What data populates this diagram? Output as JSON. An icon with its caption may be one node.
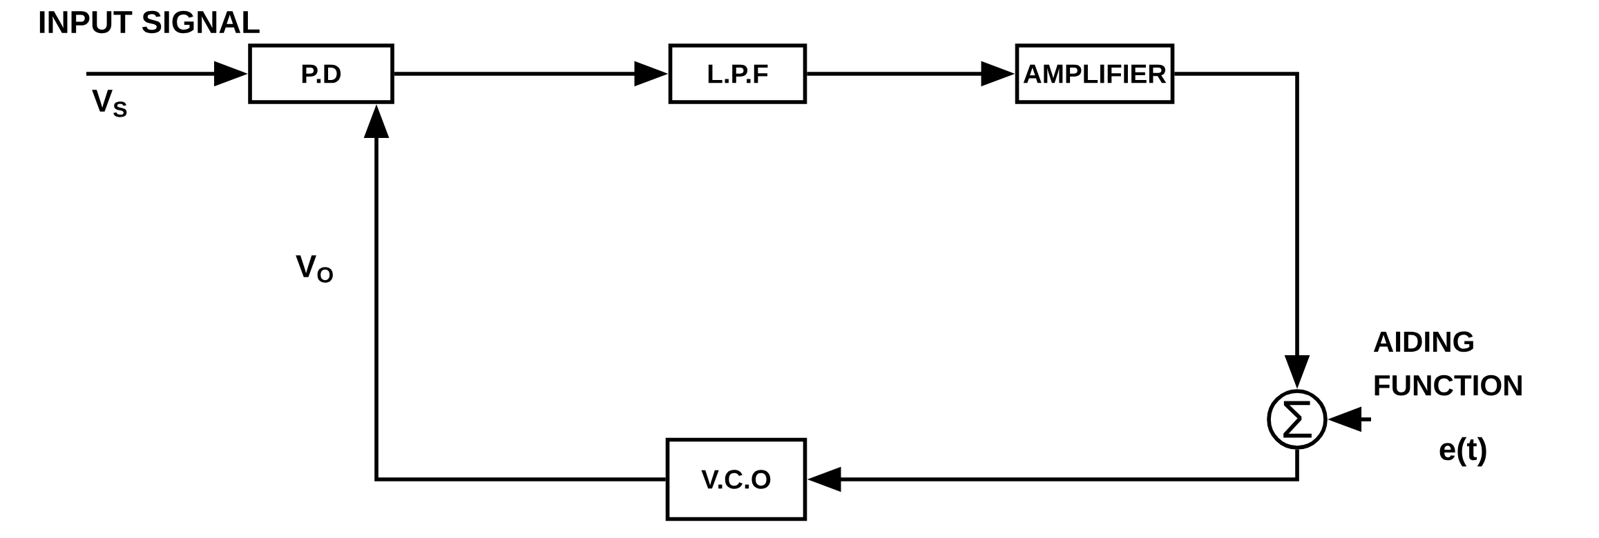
{
  "diagram": {
    "nodes": [
      {
        "text": [
          "P.D"
        ]
      },
      {
        "text": [
          "L.P.F"
        ]
      },
      {
        "text": [
          "AMPLIFIER"
        ]
      },
      {
        "text": [
          "Σ"
        ]
      },
      {
        "text": [
          "V.C.O"
        ]
      },
      {
        "text": [
          "AIDING FUNCTION"
        ],
        "beside": [
          "e(t)"
        ]
      }
    ],
    "edges": [
      {
        "from": null,
        "to": 0,
        "arrow": "to"
      },
      {
        "from": 0,
        "to": 1,
        "arrow": "to"
      },
      {
        "from": 1,
        "to": 2,
        "arrow": "to"
      },
      {
        "from": 2,
        "to": 3,
        "arrow": "to"
      },
      {
        "from": 5,
        "to": 3,
        "arrow": "to"
      },
      {
        "from": 3,
        "to": 4,
        "arrow": "to"
      },
      {
        "from": 4,
        "to": 0,
        "arrow": "to"
      }
    ],
    "labels": [
      "INPUT SIGNAL",
      "V$_{S}$",
      "V$_{O}$"
    ]
  }
}
